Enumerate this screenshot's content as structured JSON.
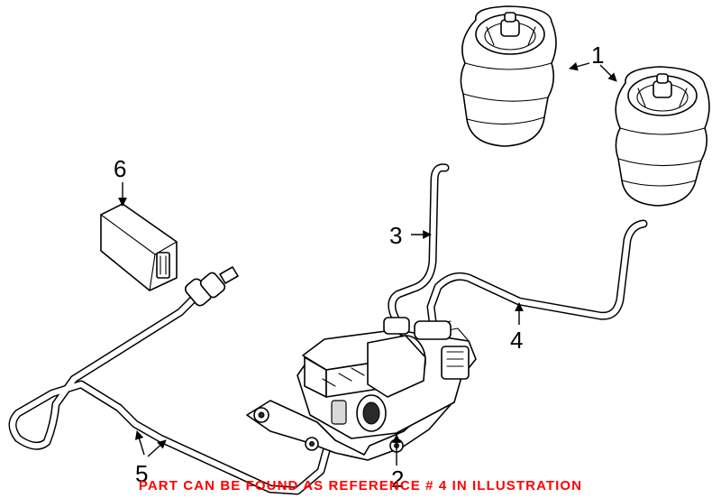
{
  "callouts": {
    "c1": "1",
    "c2": "2",
    "c3": "3",
    "c4": "4",
    "c5": "5",
    "c6": "6"
  },
  "note": {
    "text": "PART CAN BE FOUND AS REFERENCE # 4 IN ILLUSTRATION",
    "color": "#ff0000"
  },
  "colors": {
    "line": "#000000",
    "background": "#ffffff"
  }
}
